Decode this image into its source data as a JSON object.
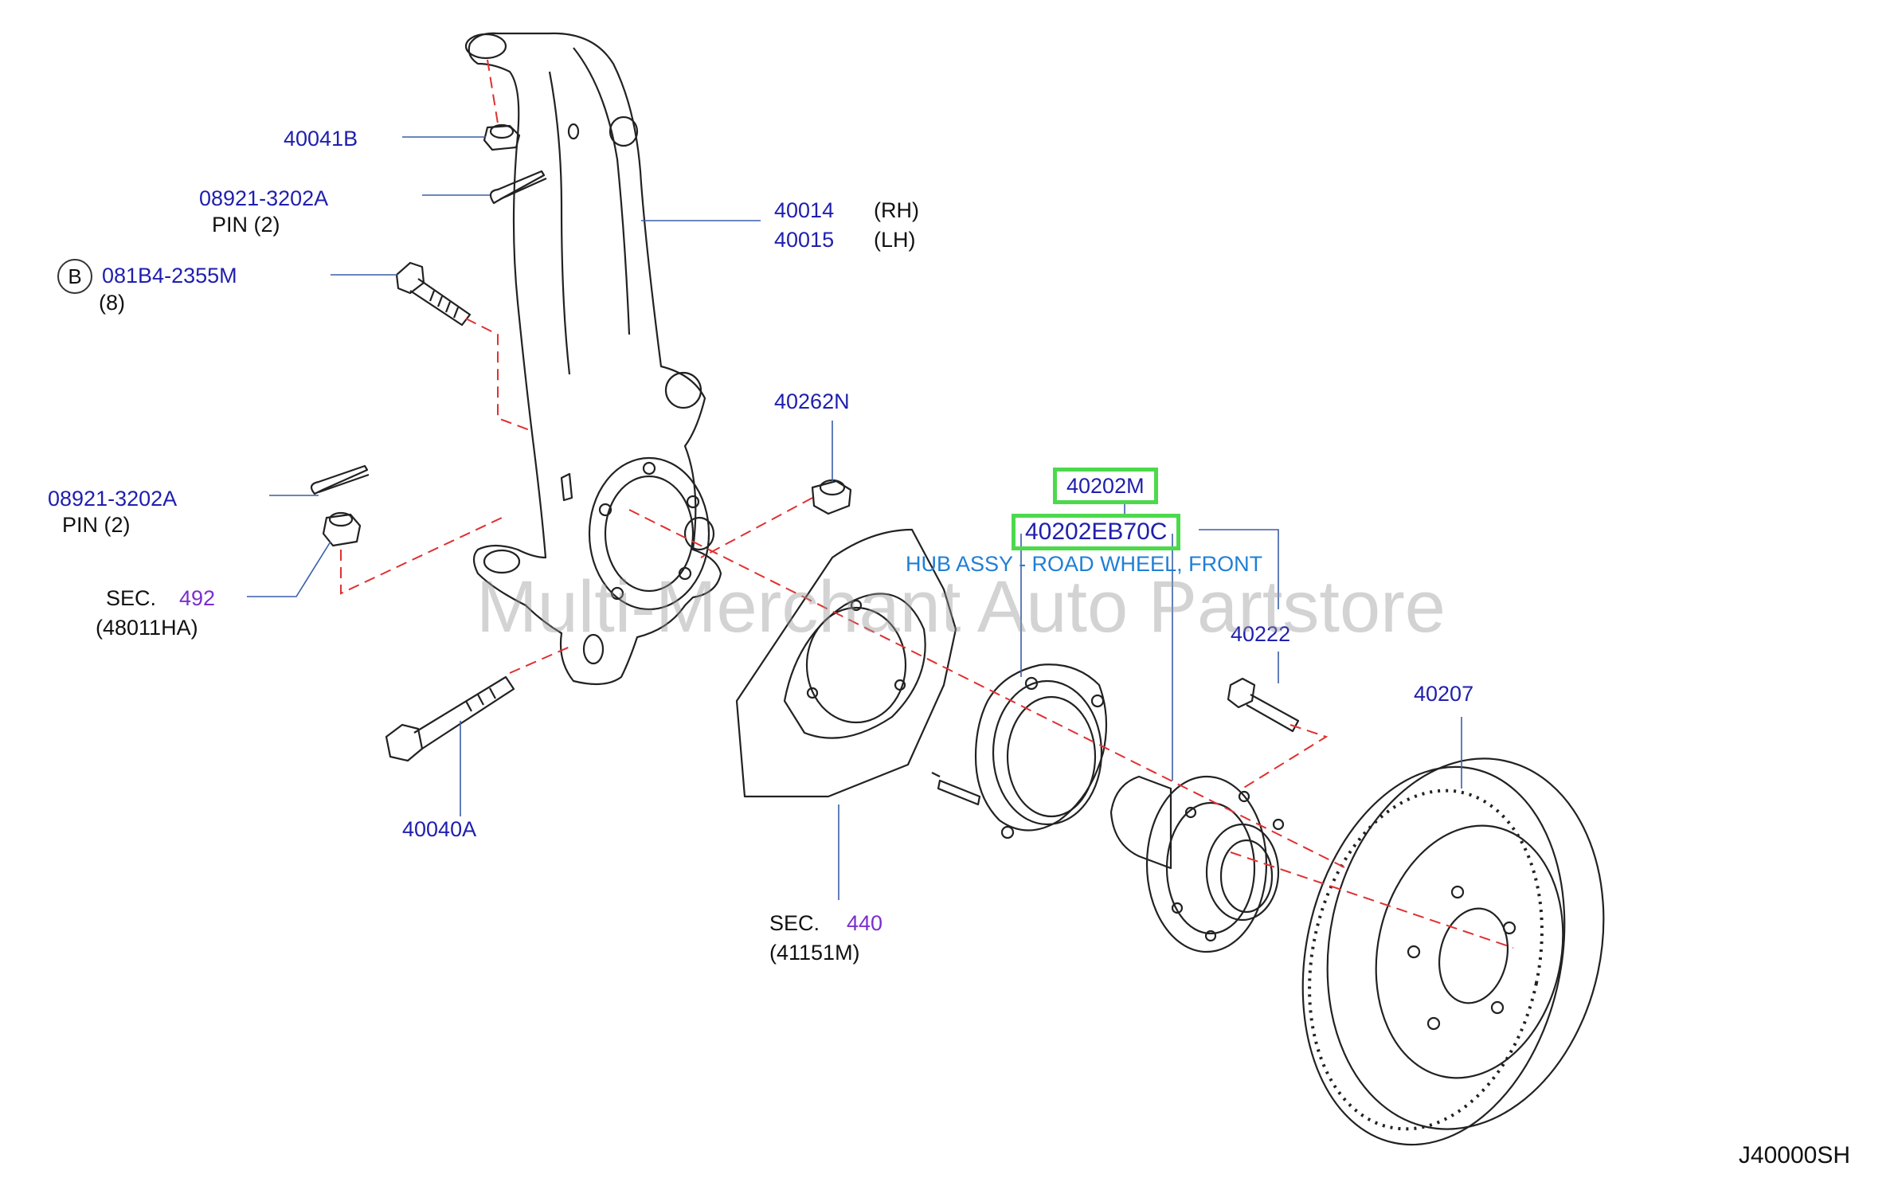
{
  "parts": {
    "p40041B": "40041B",
    "p08921_top": "08921-3202A",
    "pin_top": "PIN  (2)",
    "p40014": "40014",
    "rh": "(RH)",
    "p40015": "40015",
    "lh": "(LH)",
    "callout_b": "B",
    "p081B4": "081B4-2355M",
    "qty8": "(8)",
    "p40262N": "40262N",
    "p08921_bottom": "08921-3202A",
    "pin_bottom": "PIN  (2)",
    "sec_label_1": "SEC.",
    "sec_num_1": "492",
    "sec_sub_1": "(48011HA)",
    "p40202M": "40202M",
    "p40202EB70C": "40202EB70C",
    "hub_desc": "HUB ASSY - ROAD WHEEL, FRONT",
    "p40222": "40222",
    "p40207": "40207",
    "p40040A": "40040A",
    "sec_label_2": "SEC.",
    "sec_num_2": "440",
    "sec_sub_2": "(41151M)"
  },
  "watermark": "Multi-Merchant Auto Partstore",
  "diagram_code": "J40000SH",
  "colors": {
    "part_number": "#1f1fae",
    "section_number": "#7a2fcf",
    "description": "#1f7fd6",
    "highlight": "#4cd94c",
    "dashed_line": "#e03030",
    "leader_line": "#3a5ea8"
  }
}
